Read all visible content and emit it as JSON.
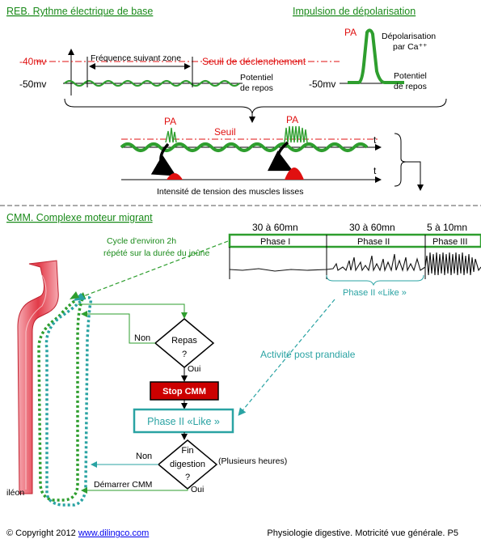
{
  "section1": {
    "title": "REB. Rythme électrique de base",
    "mv40": "-40mv",
    "mv50": "-50mv",
    "frequence": "Fréquence suivant zone",
    "seuil_declenchement": "Seuil de déclenchement",
    "potentiel_repos_1": "Potentiel",
    "potentiel_repos_2": "de repos"
  },
  "section2": {
    "title": "Impulsion de dépolarisation",
    "pa": "PA",
    "depol_1": "Dépolarisation",
    "depol_2": "par Ca⁺⁺",
    "mv50": "-50mv",
    "potentiel_repos_1": "Potentiel",
    "potentiel_repos_2": "de repos"
  },
  "section3": {
    "pa1": "PA",
    "pa2": "PA",
    "seuil": "Seuil",
    "t1": "t",
    "t2": "t",
    "intensite": "Intensité de tension des muscles lisses"
  },
  "cmm": {
    "title": "CMM. Complexe moteur migrant",
    "cycle_1": "Cycle d'environ 2h",
    "cycle_2": "répété sur la durée du jeûne",
    "durations": [
      "30 à 60mn",
      "30 à 60mn",
      "5 à 10mn"
    ],
    "phases": [
      "Phase I",
      "Phase II",
      "Phase III"
    ],
    "phase2_like_label": "Phase II «Like »",
    "activite_post": "Activité post prandiale",
    "non1": "Non",
    "repas": "Repas",
    "q1": "?",
    "oui1": "Oui",
    "stop": "Stop CMM",
    "phase2_like_box": "Phase II «Like »",
    "non2": "Non",
    "fin": "Fin",
    "digestion": "digestion",
    "q2": "?",
    "plusieurs": "(Plusieurs heures)",
    "demarrer": "Démarrer CMM",
    "oui2": "Oui",
    "ileon": "iléon"
  },
  "footer": {
    "copyright": "© Copyright 2012",
    "site": "www.dilingco.com",
    "right": "Physiologie digestive. Motricité vue générale.  P5"
  },
  "colors": {
    "green_title": "#1a8a1a",
    "wave_green": "#2e9e2e",
    "red": "#e01010",
    "teal": "#2aa3a3",
    "stop_red": "#cc0000"
  }
}
